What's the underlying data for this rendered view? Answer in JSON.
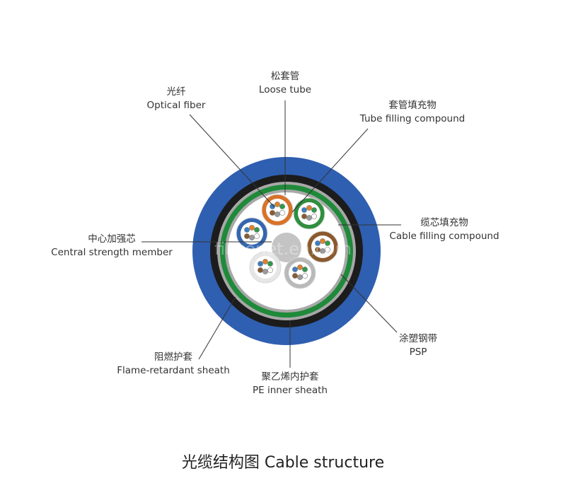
{
  "labels": {
    "loose_tube": {
      "zh": "松套管",
      "en": "Loose tube"
    },
    "optical_fiber": {
      "zh": "光纤",
      "en": "Optical fiber"
    },
    "tube_filling": {
      "zh": "套管填充物",
      "en": "Tube filling compound"
    },
    "cable_filling": {
      "zh": "缆芯填充物",
      "en": "Cable filling compound"
    },
    "central_member": {
      "zh": "中心加强芯",
      "en": "Central strength member"
    },
    "psp": {
      "zh": "涂塑钢带",
      "en": "PSP"
    },
    "flame_sheath": {
      "zh": "阻燃护套",
      "en": "Flame-retardant sheath"
    },
    "pe_sheath": {
      "zh": "聚乙烯内护套",
      "en": "PE inner sheath"
    }
  },
  "caption": "光缆结构图 Cable structure",
  "watermark": "fibconet.en.com",
  "colors": {
    "outer_sheath": "#2f5fb0",
    "inner_sheath": "#1c1c1c",
    "steel_tape_gray": "#a8a8a8",
    "steel_tape_green": "#1f8a3a",
    "core_fill": "#ffffff",
    "central_member": "#c4c4c4",
    "leader_line": "#333333",
    "tube_orange": "#d8732a",
    "tube_green": "#2f8f3e",
    "tube_brown": "#8a5a2e",
    "tube_blue": "#3466b0",
    "tube_gray": "#b9b9b9"
  },
  "tubes": [
    {
      "name": "orange-tube",
      "color": "#d8732a"
    },
    {
      "name": "green-tube",
      "color": "#2f8f3e"
    },
    {
      "name": "brown-tube",
      "color": "#8a5a2e"
    },
    {
      "name": "gray-tube",
      "color": "#b9b9b9"
    },
    {
      "name": "white-tube",
      "color": "#e6e6e6"
    },
    {
      "name": "blue-tube",
      "color": "#3466b0"
    }
  ],
  "fiber_colors": [
    "#3a7fc4",
    "#e0812c",
    "#2f9a4a",
    "#8a5a2e",
    "#9a9a9a",
    "#ffffff"
  ]
}
